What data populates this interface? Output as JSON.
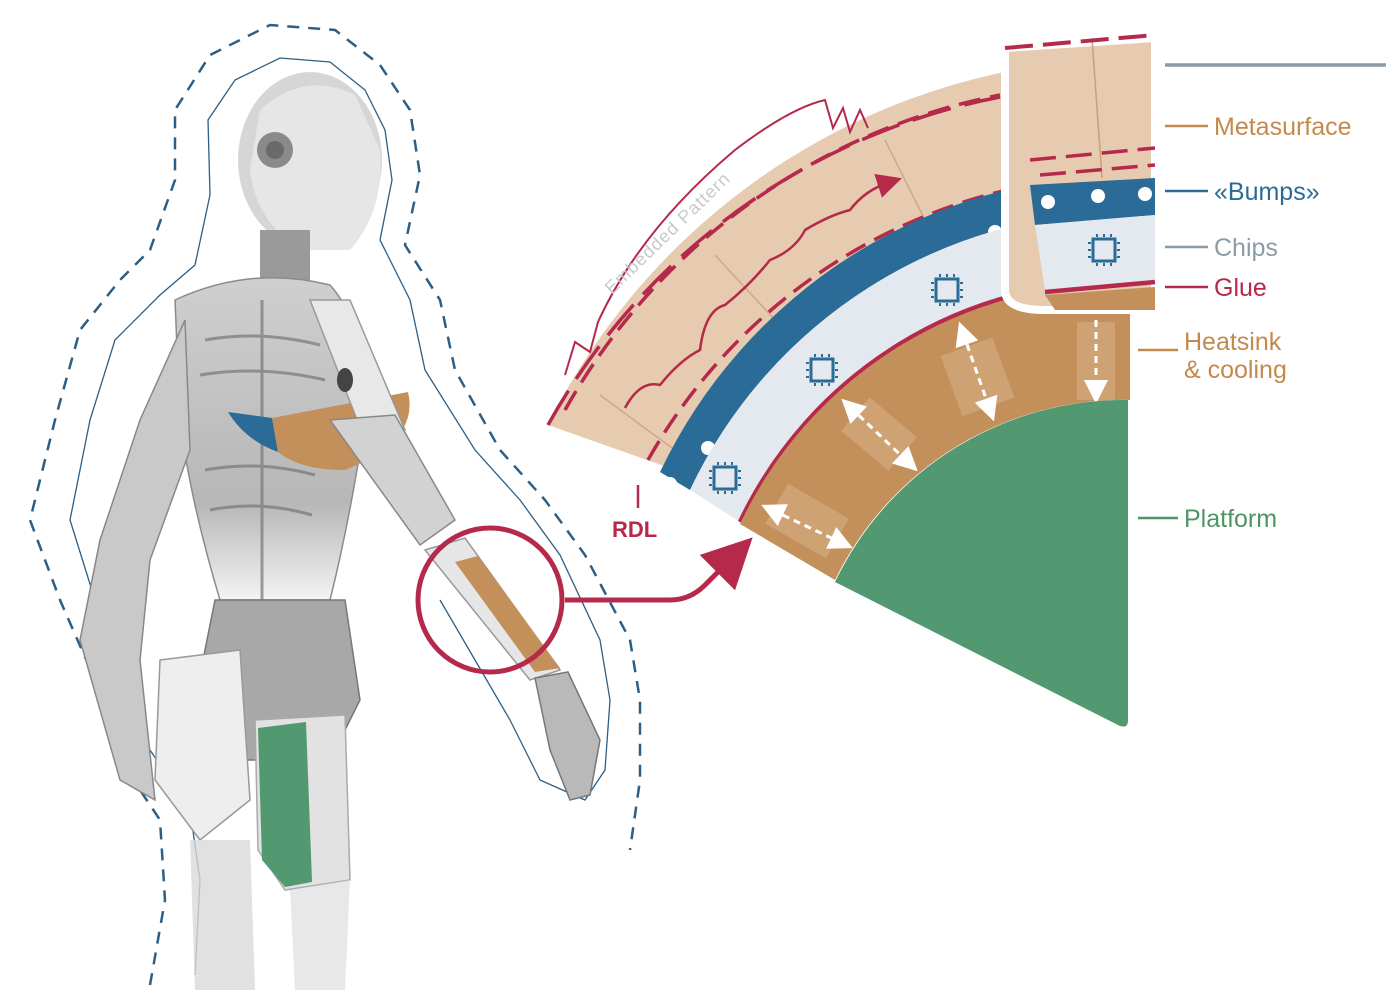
{
  "labels": {
    "metasurface": "Metasurface",
    "bumps": "«Bumps»",
    "chips": "Chips",
    "glue": "Glue",
    "heatsink_line1": "Heatsink",
    "heatsink_line2": "& cooling",
    "platform": "Platform",
    "rdl": "RDL",
    "embedded_pattern": "Embedded Pattern"
  },
  "colors": {
    "metasurface": "#e6cbb0",
    "bumps": "#2b6b98",
    "chips": "#e3e9ee",
    "glue": "#b5294b",
    "heatsink": "#c38f5a",
    "platform": "#529870",
    "outline_dashed": "#2d5f85",
    "accent": "#b5294b"
  },
  "icons": {
    "chip": "chip-icon",
    "thermal_arrow": "double-arrow-icon"
  }
}
